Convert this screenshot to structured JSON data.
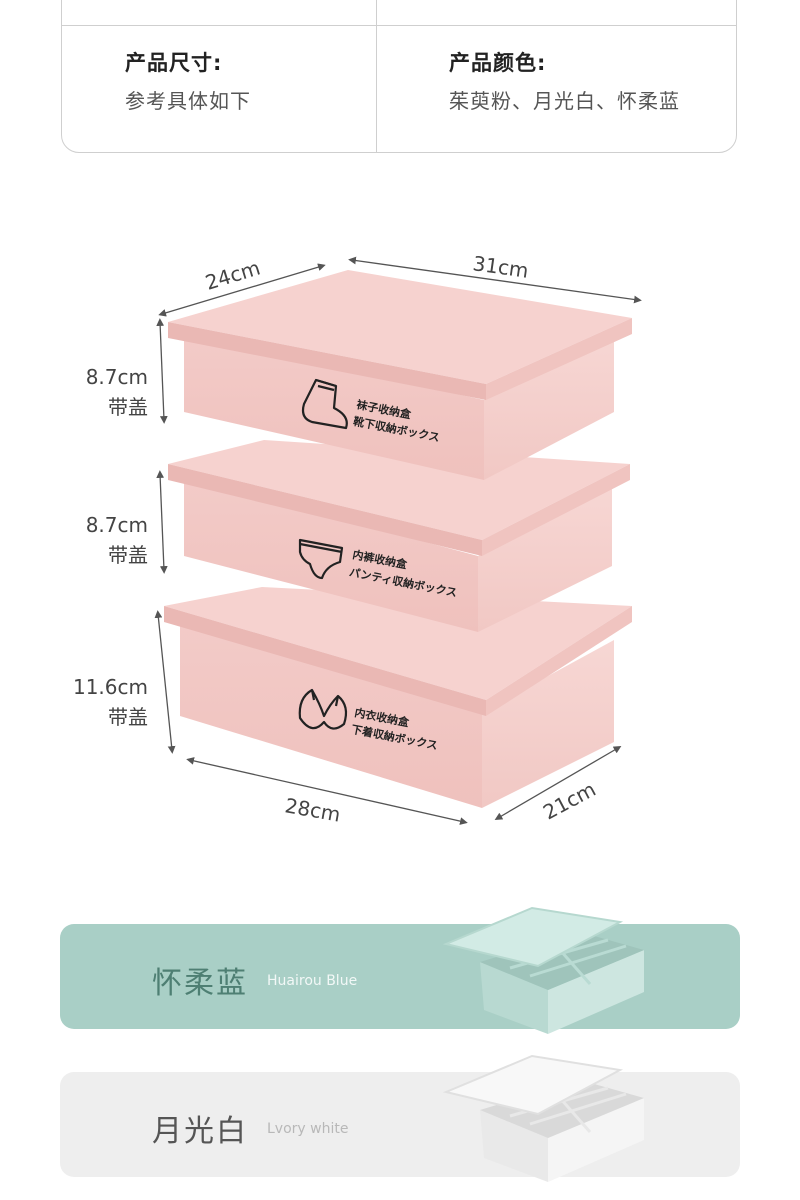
{
  "spec": {
    "size_label": "产品尺寸:",
    "size_value": "参考具体如下",
    "color_label": "产品颜色:",
    "color_value": "茱萸粉、月光白、怀柔蓝"
  },
  "diagram": {
    "top_width": "24cm",
    "top_length": "31cm",
    "bottom_length": "28cm",
    "bottom_width": "21cm",
    "boxes": [
      {
        "height": "8.7cm",
        "note": "带盖",
        "label_cn": "袜子收纳盒",
        "label_jp": "靴下収納ボックス",
        "icon": "sock-icon"
      },
      {
        "height": "8.7cm",
        "note": "带盖",
        "label_cn": "内裤收纳盒",
        "label_jp": "パンティ収納ボックス",
        "icon": "underwear-icon"
      },
      {
        "height": "11.6cm",
        "note": "带盖",
        "label_cn": "内衣收纳盒",
        "label_jp": "下着収納ボックス",
        "icon": "bra-icon"
      }
    ],
    "box_color": "#f2c9c6"
  },
  "colors": [
    {
      "name": "怀柔蓝",
      "english": "Huairou Blue",
      "bg": "#a9cfc6",
      "product": "#c4e3dc"
    },
    {
      "name": "月光白",
      "english": "Lvory white",
      "bg": "#eeeeee",
      "product": "#f7f7f7"
    }
  ]
}
